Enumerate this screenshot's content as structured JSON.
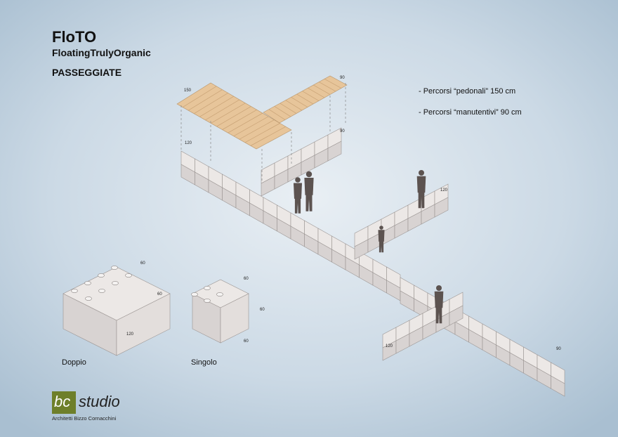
{
  "title": "FloTO",
  "subtitle": "FloatingTrulyOrganic",
  "section": "PASSEGGIATE",
  "legend": [
    "- Percorsi “pedonali” 150 cm",
    "- Percorsi “manutentivi” 90 cm"
  ],
  "module_labels": {
    "double": "Doppio",
    "single": "Singolo"
  },
  "dimensions": {
    "deck_wide": "150",
    "deck_narrow": "90",
    "path_120": "120",
    "double_w": "60",
    "double_h": "60",
    "double_l": "120",
    "single_a": "60",
    "single_h": "60",
    "single_b": "60"
  },
  "logo": {
    "mark": "bc",
    "word": "studio",
    "tagline": "Architetti Bizzo Cornacchini",
    "color": "#6e7f2a"
  },
  "colors": {
    "water": "#b9ccdb",
    "cube_top": "#ece8e6",
    "cube_side": "#d8d3d2",
    "deck": "#e7c59a",
    "figure": "#5c5350"
  }
}
